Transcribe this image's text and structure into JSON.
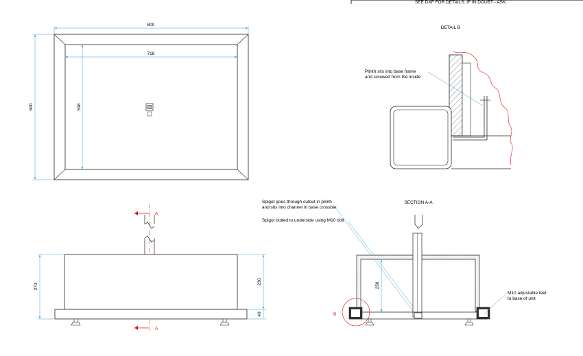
{
  "top_banner": "SEE DXF FOR DETAILS. IF IN DOUBT - ASK.",
  "plan_view": {
    "dim_outer_width": "800",
    "dim_inner_width": "718",
    "dim_outer_height": "600",
    "dim_inner_height": "518"
  },
  "detail_b": {
    "title": "DETAIL B",
    "note_line1": "Plinth sits into base frame",
    "note_line2": "and screwed from the inside"
  },
  "front_view": {
    "section_marker": "A",
    "dim_total_height": "270",
    "dim_plinth_height": "230",
    "dim_base_height": "40"
  },
  "section_aa": {
    "title": "SECTION A-A",
    "note_spigot1_line1": "Spigot goes through cutout in plinth",
    "note_spigot1_line2": "and sits into channel in base crossbar",
    "note_spigot2": "Spigot bolted to underside using M10 bolt",
    "dim_inner_height": "250",
    "detail_marker": "B",
    "note_feet_line1": "M10 adjustable feet",
    "note_feet_line2": "to base of unit"
  },
  "colors": {
    "dimension_line": "#3aa0d8",
    "section_line": "#e0101a",
    "drawing_line": "#222222"
  }
}
